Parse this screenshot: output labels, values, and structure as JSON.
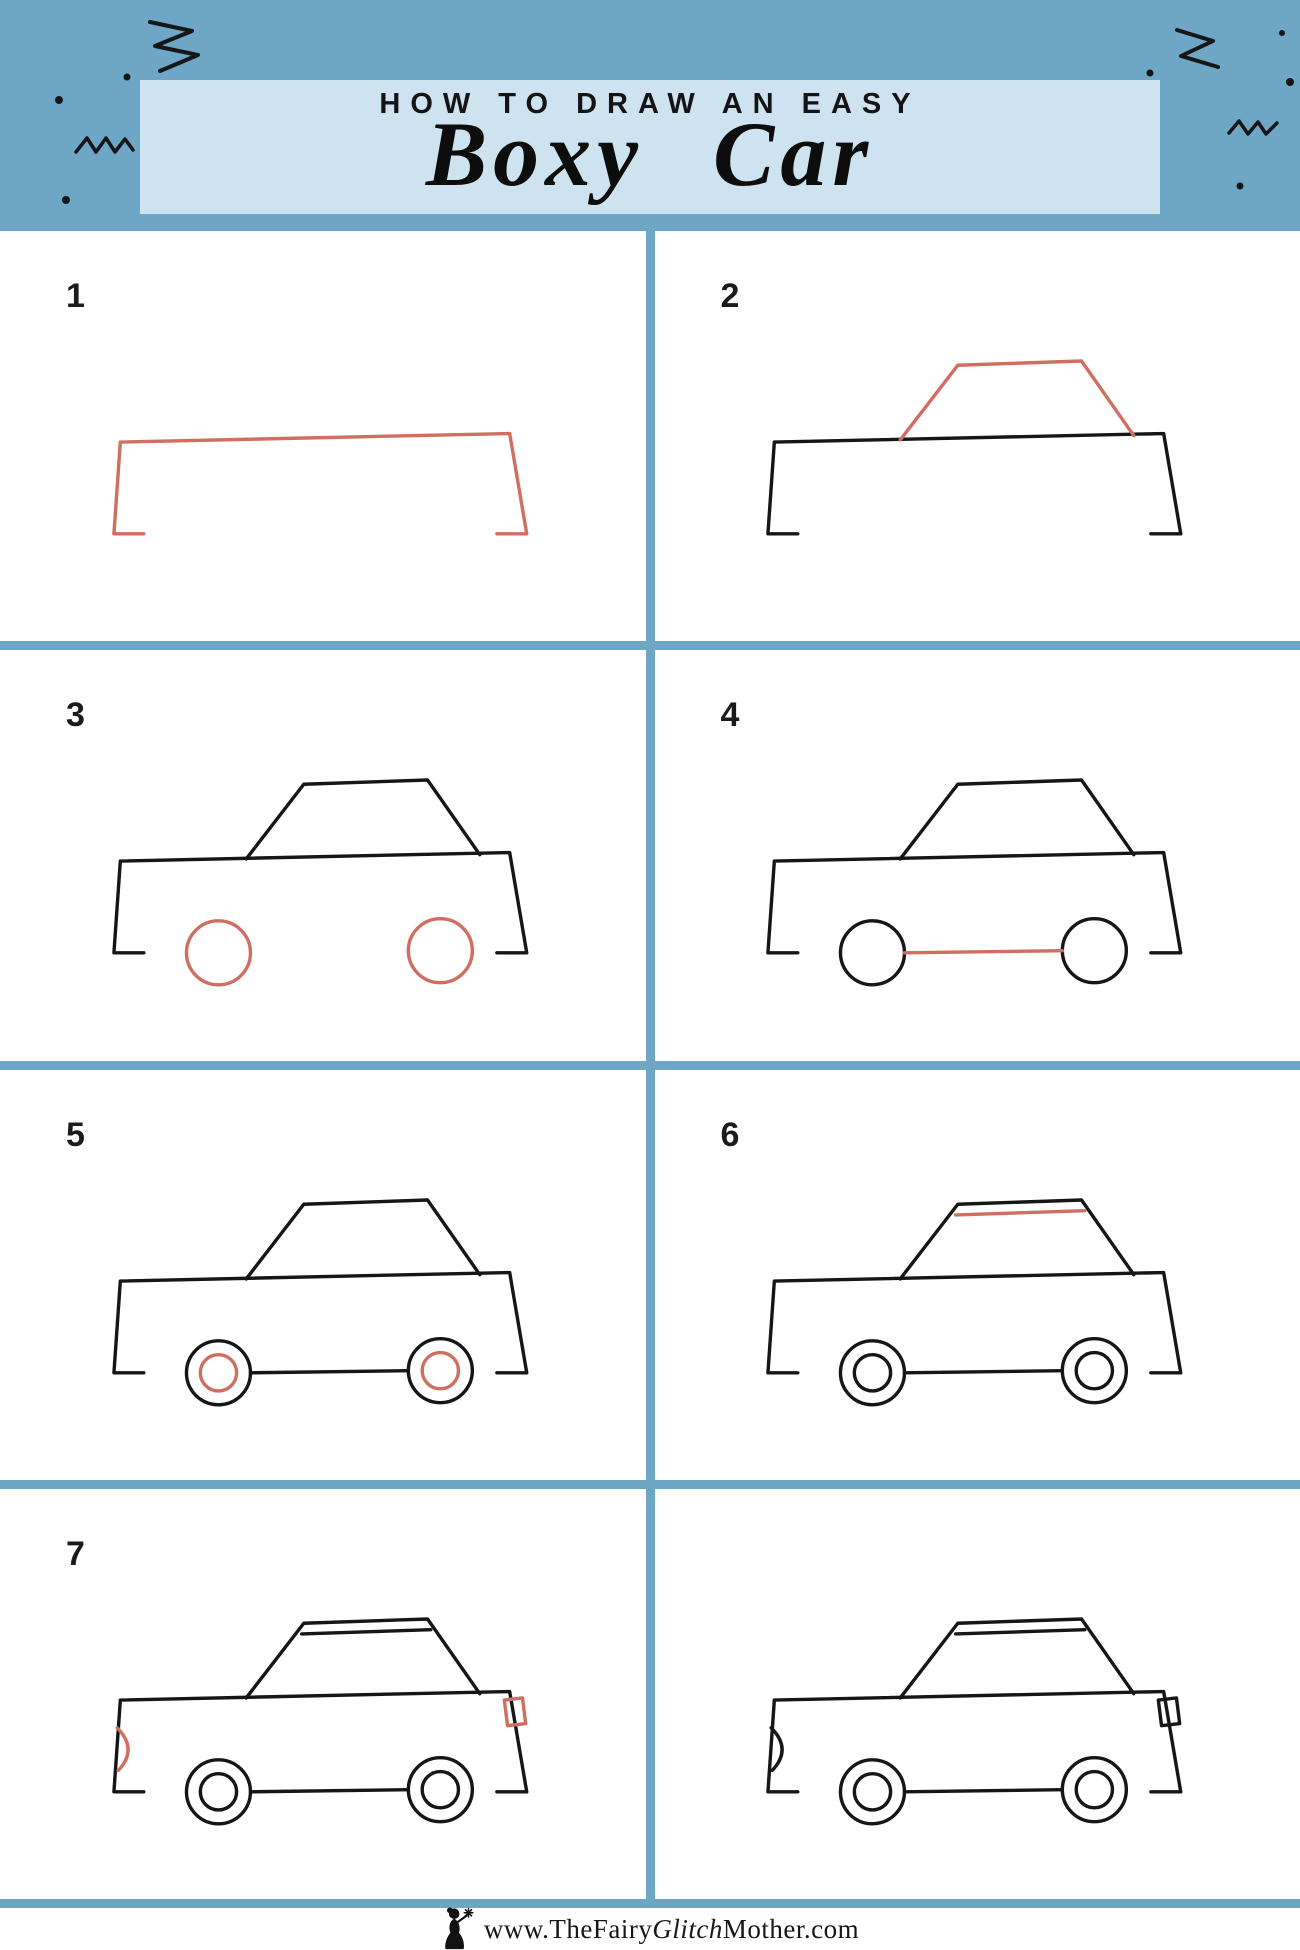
{
  "header": {
    "kicker": "HOW TO DRAW AN EASY",
    "title": "Boxy Car"
  },
  "colors": {
    "header_bg": "#6ea6c6",
    "banner_bg": "#cde3f0",
    "divider": "#6ea6c6",
    "ink": "#161616",
    "accent": "#cf6f60"
  },
  "steps": [
    {
      "number": "1",
      "visible": [
        "body"
      ],
      "highlight": [
        "body"
      ]
    },
    {
      "number": "2",
      "visible": [
        "body",
        "cabin"
      ],
      "highlight": [
        "cabin"
      ]
    },
    {
      "number": "3",
      "visible": [
        "body",
        "cabin",
        "wheels"
      ],
      "highlight": [
        "wheels"
      ]
    },
    {
      "number": "4",
      "visible": [
        "body",
        "cabin",
        "wheels",
        "axle"
      ],
      "highlight": [
        "axle"
      ]
    },
    {
      "number": "5",
      "visible": [
        "body",
        "cabin",
        "wheels",
        "axle",
        "hubcaps"
      ],
      "highlight": [
        "hubcaps"
      ]
    },
    {
      "number": "6",
      "visible": [
        "body",
        "cabin",
        "wheels",
        "axle",
        "hubcaps",
        "roofline"
      ],
      "highlight": [
        "roofline"
      ]
    },
    {
      "number": "7",
      "visible": [
        "body",
        "cabin",
        "wheels",
        "axle",
        "hubcaps",
        "roofline",
        "details"
      ],
      "highlight": [
        "details"
      ]
    },
    {
      "number": "",
      "visible": [
        "body",
        "cabin",
        "wheels",
        "axle",
        "hubcaps",
        "roofline",
        "details"
      ],
      "highlight": []
    }
  ],
  "footer": {
    "site_prefix": "www.TheFairy",
    "site_em": "Glitch",
    "site_suffix": "Mother.com"
  }
}
